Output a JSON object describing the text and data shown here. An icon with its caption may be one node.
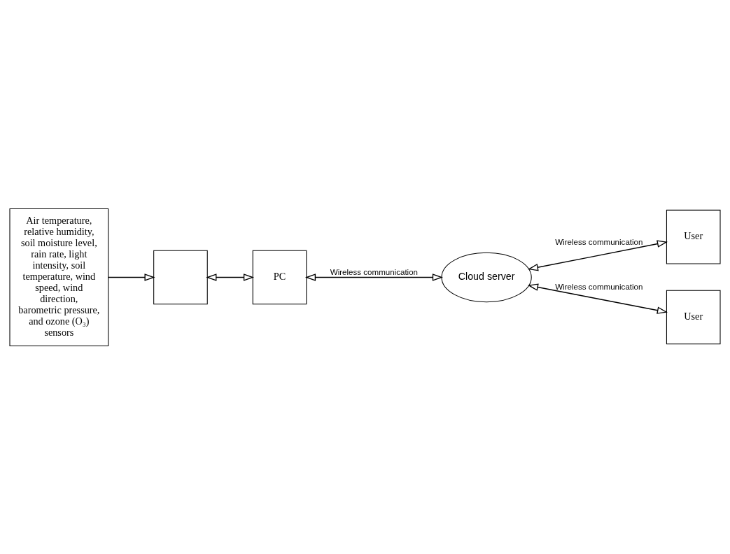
{
  "diagram": {
    "nodes": [
      {
        "text": [
          "Air temperature, relative humidity, soil moisture level, rain rate, light intensity, soil temperature, wind speed, wind direction, barometric pressure, and ozone (O₃) sensors"
        ]
      },
      {
        "text": [],
        "shape": "box"
      },
      {
        "text": [
          "PC"
        ]
      },
      {
        "text": [
          "Cloud server"
        ]
      },
      {
        "text": [
          "User"
        ]
      },
      {
        "text": [
          "User"
        ]
      }
    ],
    "edges": [
      {
        "from": 0,
        "to": 1,
        "arrow": "to"
      },
      {
        "from": 1,
        "to": 2,
        "arrow": "both"
      },
      {
        "from": 2,
        "to": 3,
        "arrow": "both",
        "label": "Wireless communication"
      },
      {
        "from": 3,
        "to": 4,
        "arrow": "both",
        "label": "Wireless communication"
      },
      {
        "from": 3,
        "to": 5,
        "arrow": "both",
        "label": "Wireless communication"
      }
    ]
  }
}
